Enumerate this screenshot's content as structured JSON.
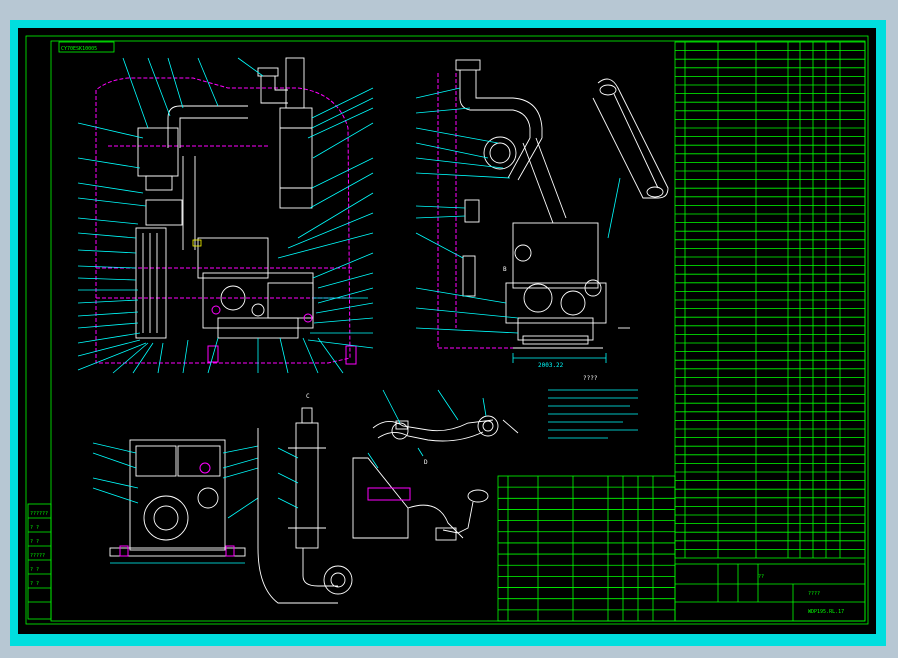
{
  "drawing": {
    "code_tag": "CY70ESK10005",
    "drawing_number": "WDP195.RL.17",
    "title_block_label": "????",
    "title_block_mid": "??",
    "tech_notes_title": "????",
    "left_strip": [
      "??????",
      "? ?",
      "? ?",
      "?????",
      "? ?",
      "? ?"
    ],
    "view_labels": {
      "b": "B",
      "d": "D",
      "c": "C"
    }
  },
  "colors": {
    "sheet_bg": "#000000",
    "border": "#00dede",
    "frame_lines": "#00ff00",
    "part_outline": "#ffffff",
    "hidden_part": "#ff00ff",
    "leader_lines": "#00ffff"
  },
  "parts_list_right": {
    "rows": 60
  },
  "parts_list_bottom": {
    "rows": 13
  }
}
